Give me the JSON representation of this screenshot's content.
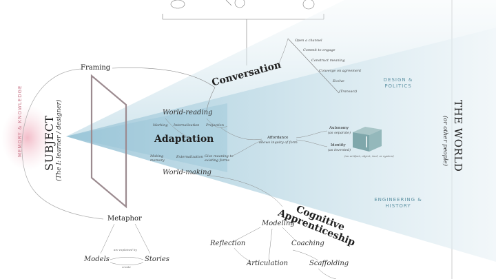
{
  "subject": {
    "title": "SUBJECT",
    "subtitle": "(The I: learner / designer)",
    "memory": "MEMORY & KNOWLEDGE"
  },
  "world": {
    "title": "THE WORLD",
    "subtitle": "(or other people)"
  },
  "regions": {
    "design_politics": "DESIGN & POLITICS",
    "engineering_history": "ENGINEERING & HISTORY"
  },
  "modes": {
    "conversation": "Conversation",
    "adaptation": "Adaptation",
    "cognitive_line1": "Cognitive",
    "cognitive_line2": "Apprenticeship"
  },
  "nodes": {
    "framing": "Framing",
    "metaphor": "Metaphor",
    "models": "Models",
    "stories": "Stories",
    "world_reading": "World-reading",
    "world_making": "World-making",
    "modeling": "Modeling",
    "reflection": "Reflection",
    "coaching": "Coaching",
    "articulation": "Articulation",
    "scaffolding": "Scaffolding"
  },
  "adaptation_labels": {
    "marking": "Marking",
    "internalization": "Internalization",
    "projection": "Projection",
    "making_memory": "Making memory",
    "externalization": "Externalization",
    "give_meaning": "Give meaning to existing forms"
  },
  "affordance": {
    "title": "Affordance",
    "subtitle": "allows inquiry of form",
    "autonomy": "Autonomy",
    "autonomy_sub": "(as separate)",
    "identity": "Identity",
    "identity_sub": "(as invented)",
    "object_caption": "(an artifact, object, tool, or system)"
  },
  "conversation_steps": [
    "Open a channel",
    "Commit to engage",
    "Construct meaning",
    "Converge on agreement",
    "Evolve",
    "(Transact)"
  ],
  "metaphor_links": {
    "are_explained_by": "are explained by",
    "create": "create"
  },
  "colors": {
    "beam_light": "#e8f1f5",
    "beam_dark": "#a9cddd",
    "memory_pink": "#f6d3da",
    "memory_text": "#c9788a",
    "frame": "#9c8b90",
    "region_text": "#5f93a4",
    "object": "#7fa7ab"
  }
}
